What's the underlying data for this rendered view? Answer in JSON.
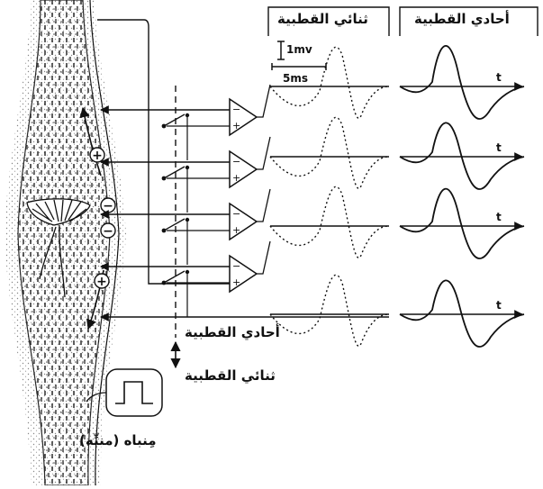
{
  "headers": {
    "bipolar": "ثنائي القطبية",
    "monopolar": "أحادي القطبية"
  },
  "scale": {
    "voltage": "1mv",
    "time": "5ms"
  },
  "axis_label": "t",
  "side_labels": {
    "monopolar": "أحادي القطبية",
    "bipolar": "ثنائي القطبية"
  },
  "stimulator_label": "مِنباه (منبِّه)",
  "signs": [
    "+",
    "−",
    "−",
    "+"
  ],
  "colors": {
    "ink": "#111111",
    "stipple": "#9a9a9a"
  }
}
